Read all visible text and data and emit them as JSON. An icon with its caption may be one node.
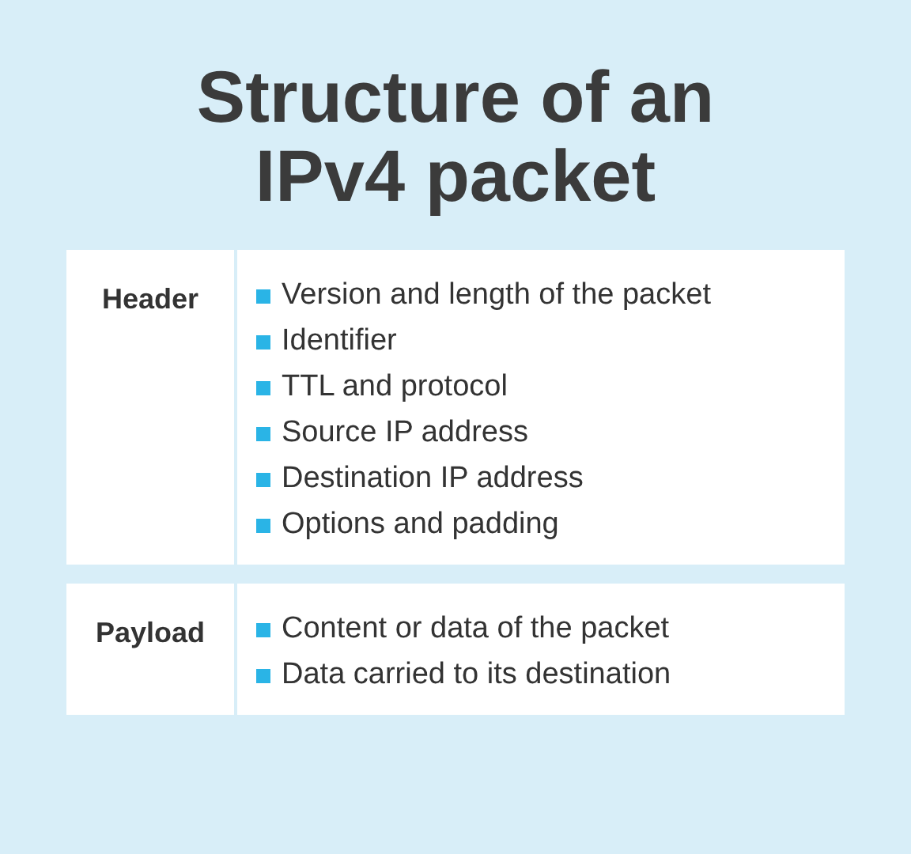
{
  "diagram": {
    "title": "Structure of an IPv4 packet",
    "nodes": [
      {
        "text": [
          "Header",
          "Version and length of the packet",
          "Identifier",
          "TTL and protocol",
          "Source IP address",
          "Destination IP address",
          "Options and padding"
        ]
      },
      {
        "text": [
          "Payload",
          "Content or data of the packet",
          "Data carried to its destination"
        ]
      }
    ]
  }
}
